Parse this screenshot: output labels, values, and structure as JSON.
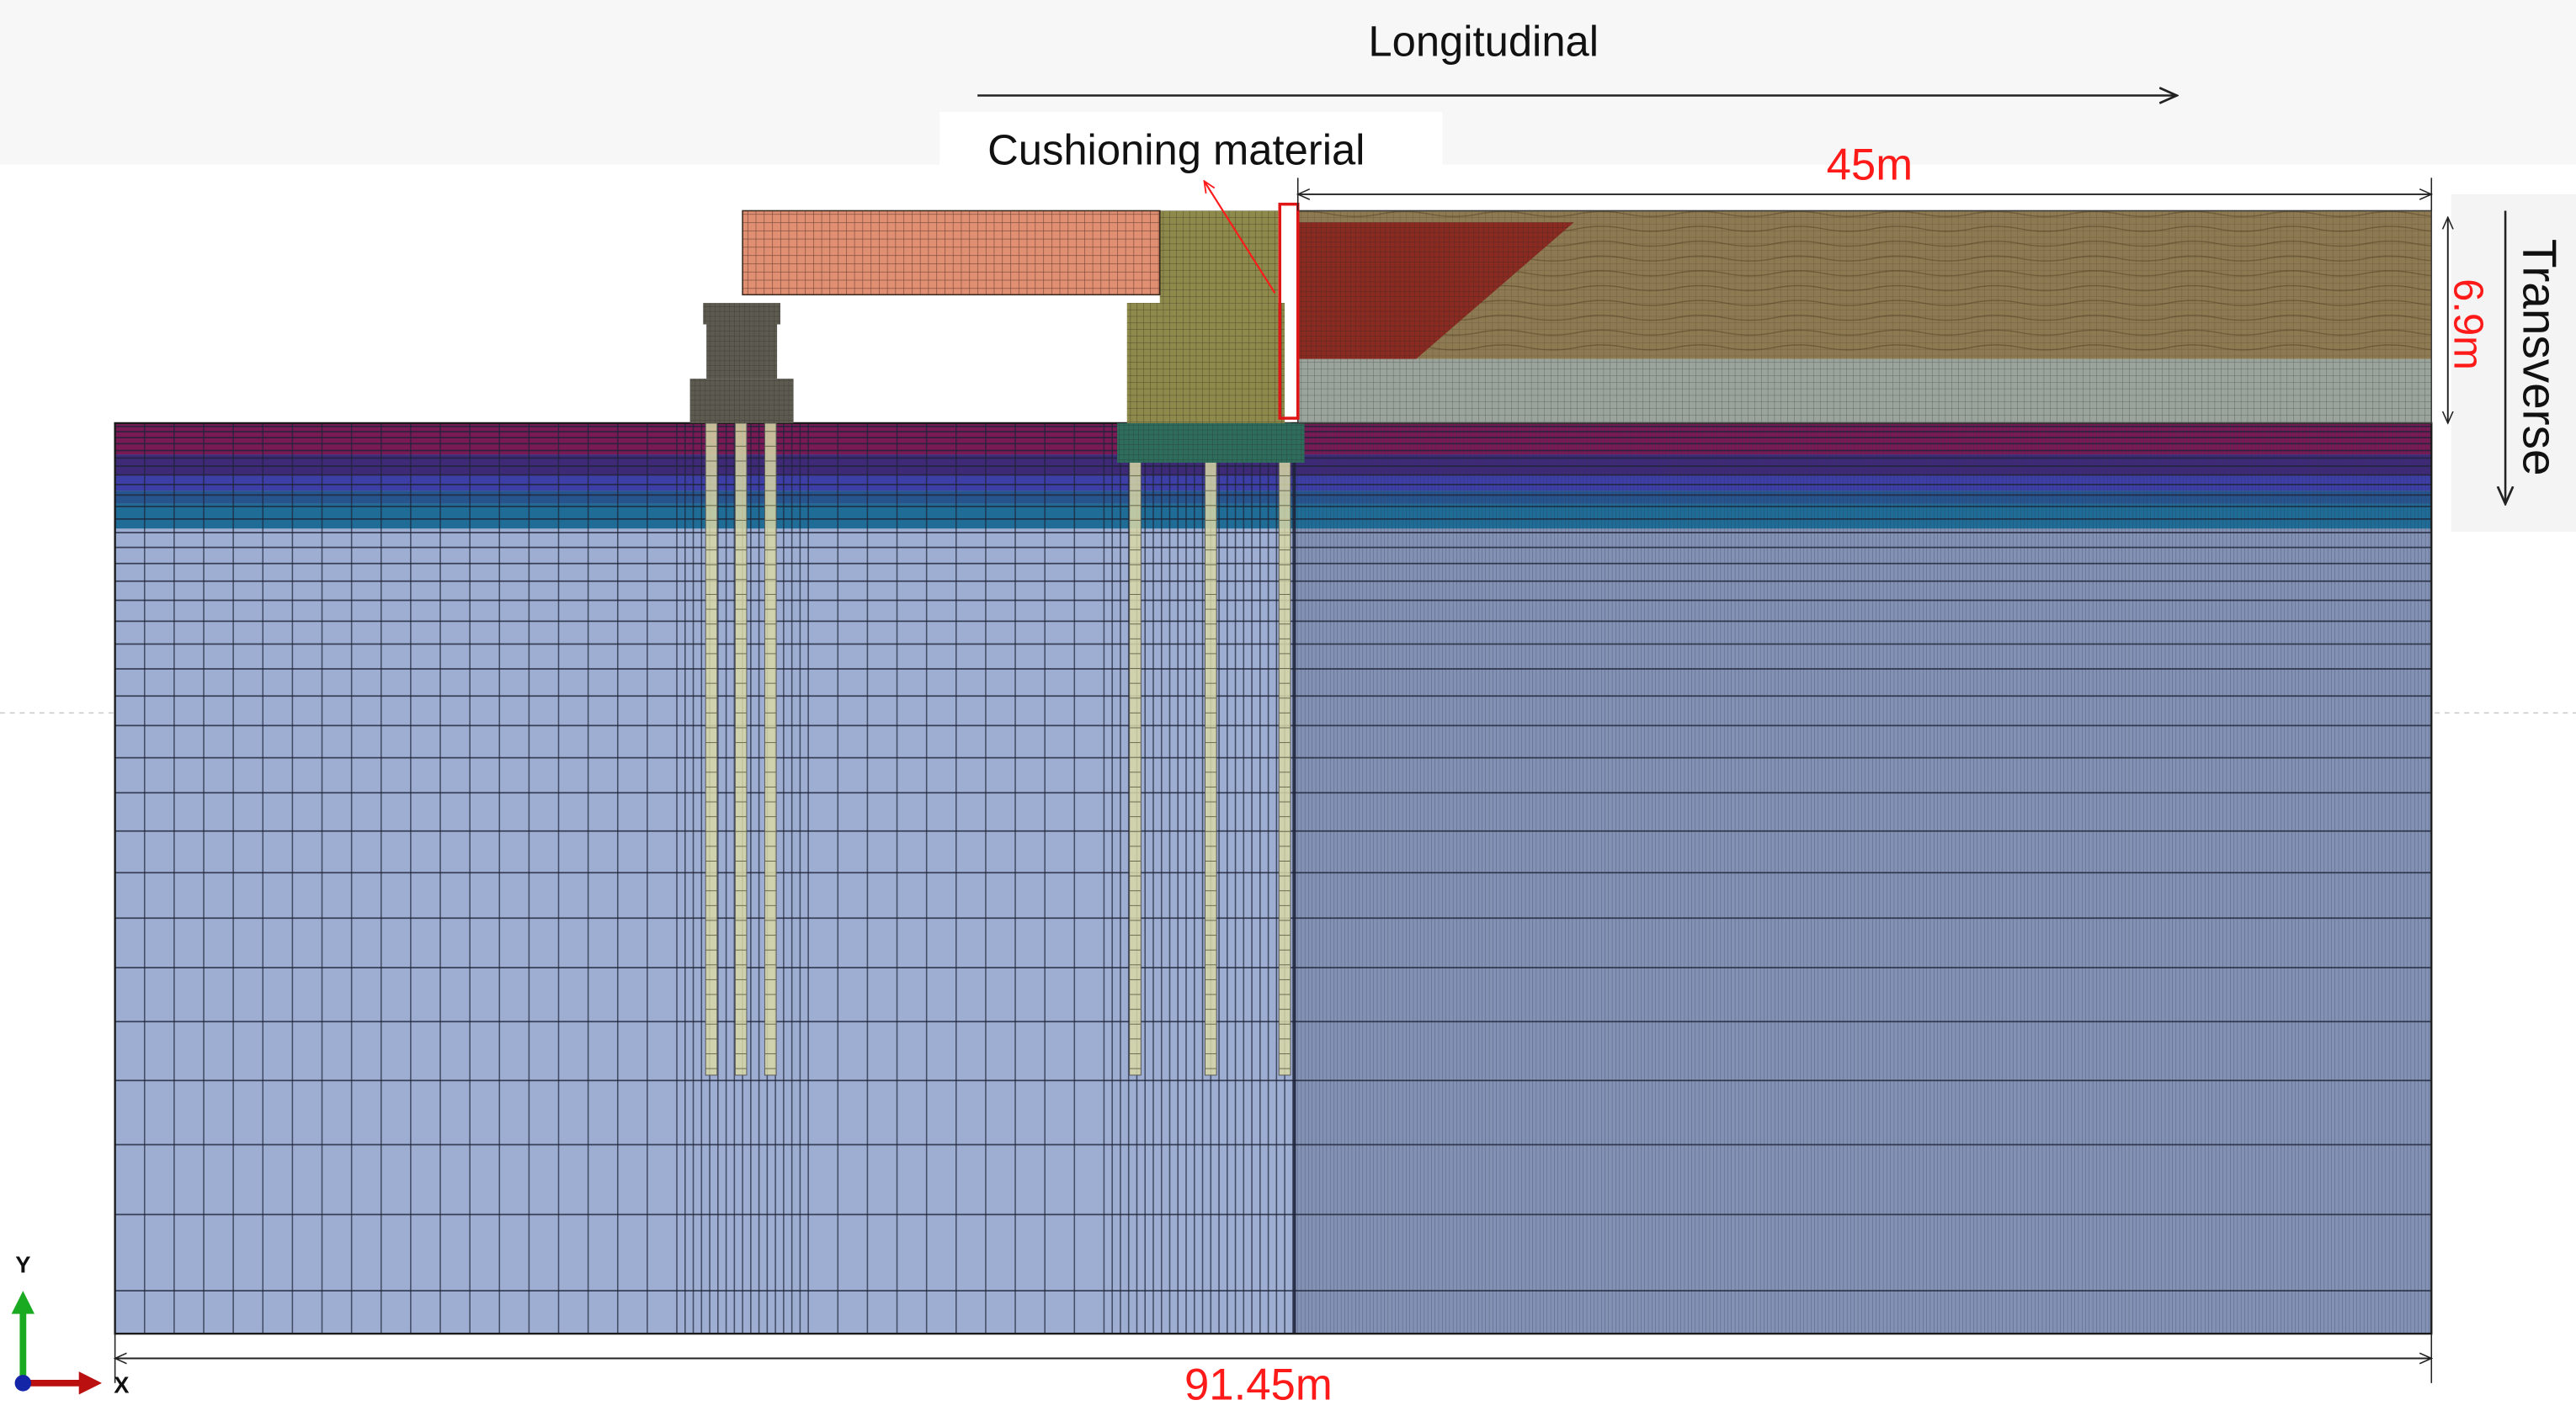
{
  "labels": {
    "longitudinal": "Longitudinal",
    "transverse": "Transverse",
    "cushioning": "Cushioning material",
    "dim_45": "45m",
    "dim_69": "6.9m",
    "dim_9145": "91.45m",
    "axis_y": "Y",
    "axis_x": "X"
  },
  "colors": {
    "soil": "#9eaed2",
    "soil_dense": "#6d7b9b",
    "layer_1": "#7a1a55",
    "layer_2": "#3f2a78",
    "layer_3": "#3d3ea6",
    "layer_4": "#28548e",
    "layer_5": "#1f6d96",
    "deck": "#e08f72",
    "backfill": "#8d7a52",
    "wedge": "#8a2a20",
    "embankment": "#9aa39c",
    "abutment": "#8d8a4c",
    "pile_cap": "#2e6d5c",
    "pier": "#5d5a50",
    "pile": "#d8d8a8",
    "annotation": "#ff1a1a",
    "axis_y": "#1aaa22",
    "axis_x": "#bb1010",
    "axis_z": "#1525a8"
  }
}
